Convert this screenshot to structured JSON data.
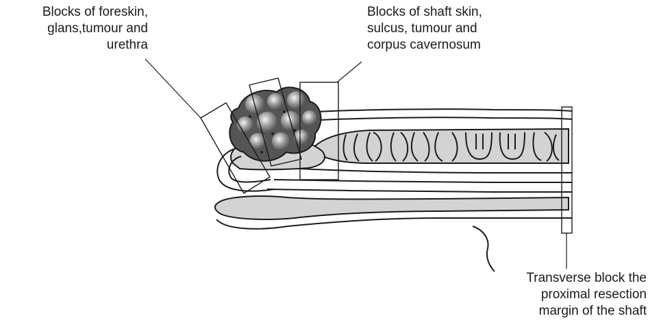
{
  "labels": {
    "foreskin_block": "Blocks of foreskin,\nglans,tumour and\nurethra",
    "shaft_block": "Blocks of shaft skin,\nsulcus, tumour and\ncorpus cavernosum",
    "transverse_block": "Transverse block the\nproximal resection\nmargin of the shaft"
  },
  "colors": {
    "outline": "#1a1a1a",
    "tissue_fill": "#d3d3d3",
    "tumour_dark": "#4a4a4a",
    "tumour_light": "#e8e8e8"
  }
}
